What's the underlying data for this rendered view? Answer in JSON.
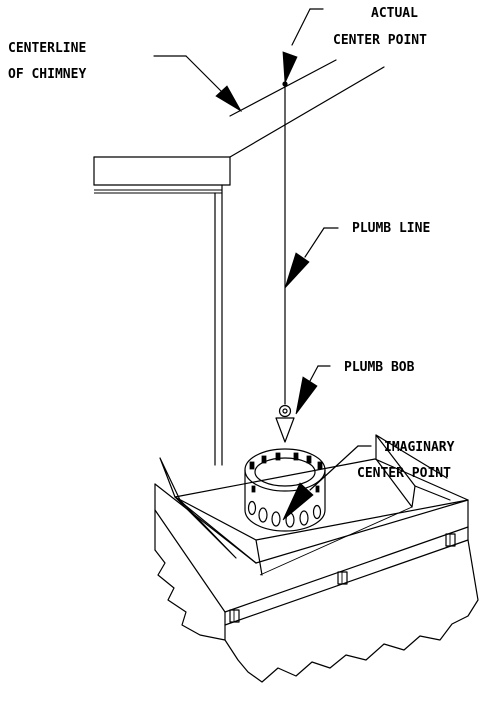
{
  "labels": {
    "centerline_line1": "CENTERLINE",
    "centerline_line2": "OF CHIMNEY",
    "actual_line1": "ACTUAL",
    "actual_line2": "CENTER POINT",
    "plumb_line": "PLUMB LINE",
    "plumb_bob": "PLUMB BOB",
    "imaginary_line1": "IMAGINARY",
    "imaginary_line2": "CENTER POINT"
  },
  "colors": {
    "ink": "#000000",
    "paper": "#ffffff"
  }
}
